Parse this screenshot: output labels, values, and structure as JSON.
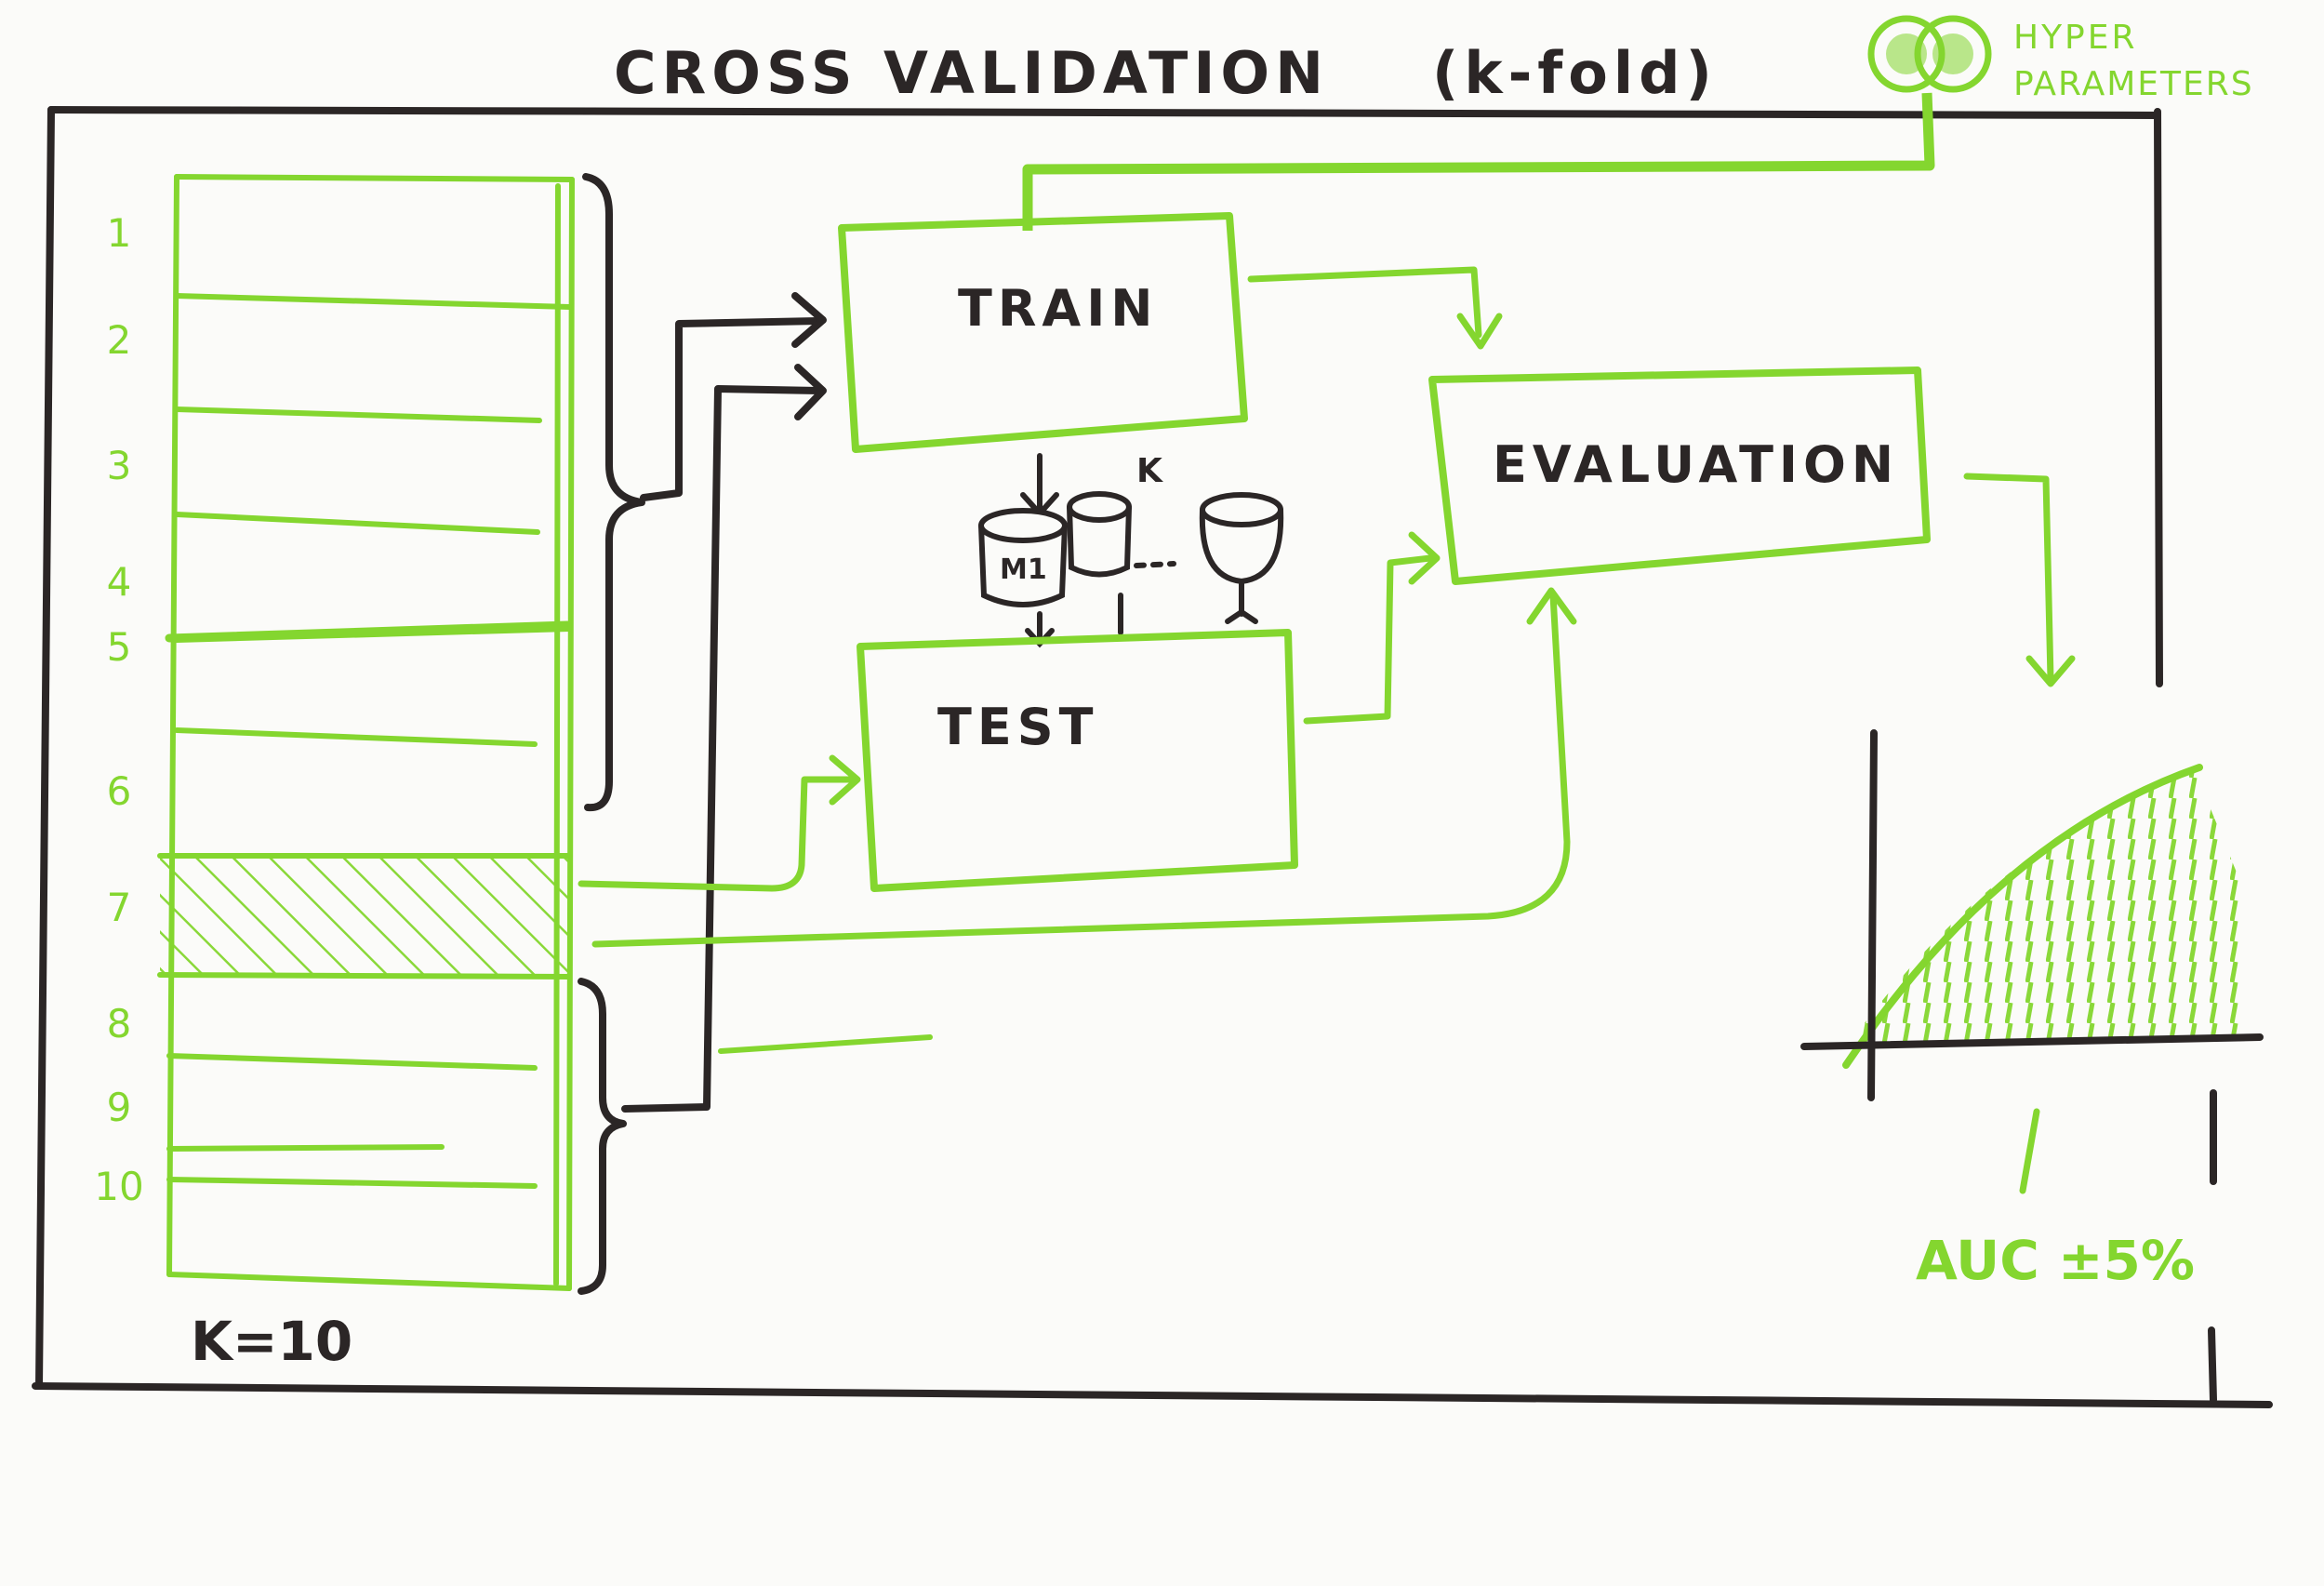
{
  "title": "CROSS VALIDATION",
  "title_suffix": "(k-fold)",
  "hyper_label_line1": "HYPER",
  "hyper_label_line2": "PARAMETERS",
  "k_label": "K=10",
  "fold_numbers": [
    "1",
    "2",
    "3",
    "4",
    "5",
    "6",
    "7",
    "8",
    "9",
    "10"
  ],
  "test_fold": "7",
  "boxes": {
    "train": "TRAIN",
    "test": "TEST",
    "evaluation": "EVALUATION"
  },
  "model_label": "M1",
  "model_k": "K",
  "auc_label": "AUC ±5%",
  "colors": {
    "green": "#84d62f",
    "ink": "#2b2626",
    "paper": "#fbfbf9"
  }
}
